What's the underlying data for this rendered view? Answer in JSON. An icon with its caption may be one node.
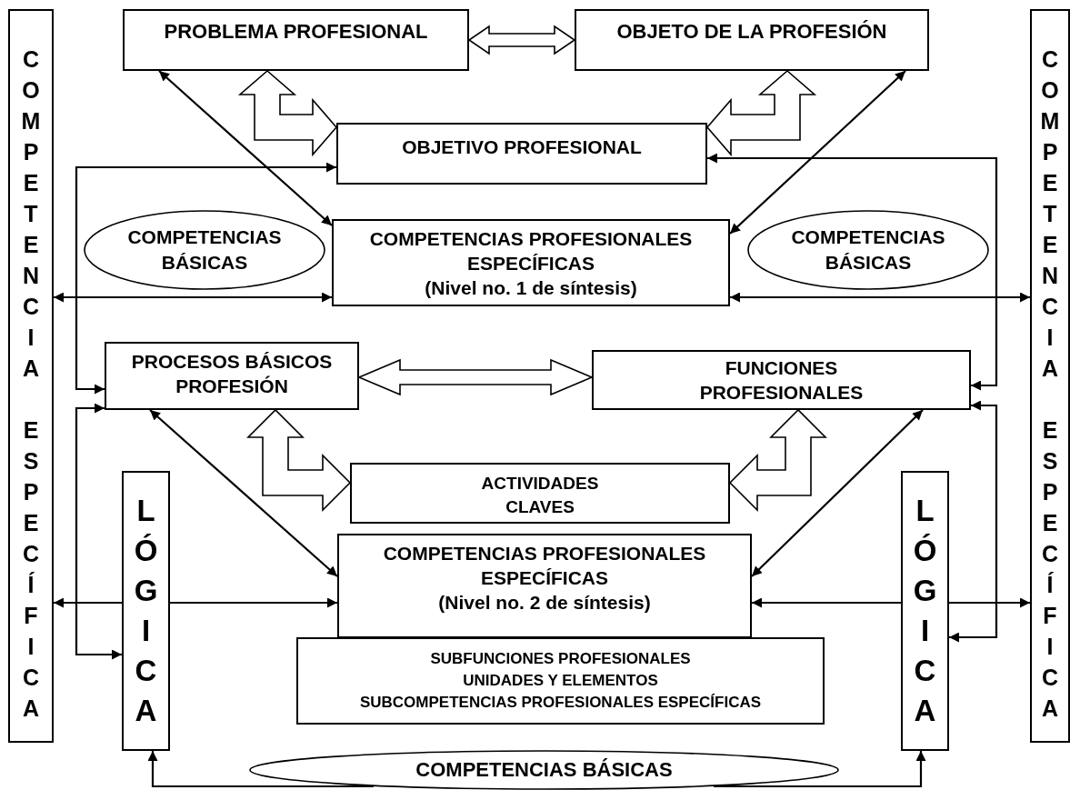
{
  "diagram": {
    "nodes": [
      {
        "text": [
          "COMPETENCIA",
          "ESPECÍFICA"
        ]
      },
      {
        "text": [
          "PROBLEMA PROFESIONAL"
        ]
      },
      {
        "text": [
          "OBJETO DE LA PROFESIÓN"
        ]
      },
      {
        "text": [
          "COMPETENCIA",
          "ESPECÍFICA"
        ]
      },
      {
        "text": [
          "OBJETIVO PROFESIONAL"
        ]
      },
      {
        "text": [
          "COMPETENCIAS BÁSICAS"
        ]
      },
      {
        "text": [
          "COMPETENCIAS PROFESIONALES ESPECÍFICAS",
          "(Nivel no. 1 de síntesis)"
        ]
      },
      {
        "text": [
          "COMPETENCIAS BÁSICAS"
        ]
      },
      {
        "text": [
          "PROCESOS BÁSICOS PROFESIÓN"
        ]
      },
      {
        "text": [
          "FUNCIONES PROFESIONALES"
        ]
      },
      {
        "text": [
          "LÓGICA"
        ]
      },
      {
        "text": [
          "ACTIVIDADES CLAVES"
        ]
      },
      {
        "text": [
          "COMPETENCIAS PROFESIONALES ESPECÍFICAS",
          "(Nivel no. 2 de síntesis)"
        ]
      },
      {
        "text": [
          "LÓGICA"
        ]
      },
      {
        "text": [
          "SUBFUNCIONES PROFESIONALES",
          "UNIDADES Y ELEMENTOS",
          "SUBCOMPETENCIAS PROFESIONALES ESPECÍFICAS"
        ]
      },
      {
        "text": [
          "COMPETENCIAS BÁSICAS"
        ]
      }
    ],
    "edges": [
      {
        "from": 1,
        "to": 2,
        "arrow": "both",
        "style": "thick"
      },
      {
        "from": 1,
        "to": 4,
        "arrow": "both",
        "style": "thick"
      },
      {
        "from": 2,
        "to": 4,
        "arrow": "both",
        "style": "thick"
      },
      {
        "from": 1,
        "to": 6,
        "arrow": "both"
      },
      {
        "from": 2,
        "to": 6,
        "arrow": "both"
      },
      {
        "from": 4,
        "to": 8,
        "arrow": "both"
      },
      {
        "from": 8,
        "to": 10,
        "arrow": "both"
      },
      {
        "from": 0,
        "to": 6,
        "arrow": "both"
      },
      {
        "from": 6,
        "to": 3,
        "arrow": "both"
      },
      {
        "from": 4,
        "to": 9,
        "arrow": "both"
      },
      {
        "from": 9,
        "to": 13,
        "arrow": "both"
      },
      {
        "from": 8,
        "to": 9,
        "arrow": "both",
        "style": "thick"
      },
      {
        "from": 8,
        "to": 11,
        "arrow": "both",
        "style": "thick"
      },
      {
        "from": 9,
        "to": 11,
        "arrow": "both",
        "style": "thick"
      },
      {
        "from": 8,
        "to": 12,
        "arrow": "both"
      },
      {
        "from": 9,
        "to": 12,
        "arrow": "both"
      },
      {
        "from": 10,
        "to": 0,
        "arrow": "to"
      },
      {
        "from": 10,
        "to": 12,
        "arrow": "to"
      },
      {
        "from": 13,
        "to": 12,
        "arrow": "to"
      },
      {
        "from": 13,
        "to": 3,
        "arrow": "to"
      },
      {
        "from": 15,
        "to": 10,
        "arrow": "to"
      },
      {
        "from": 15,
        "to": 13,
        "arrow": "to"
      }
    ]
  }
}
